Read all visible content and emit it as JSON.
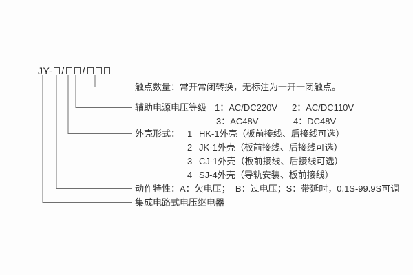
{
  "diagram": {
    "model_code": {
      "prefix": "JY-",
      "separator": "/"
    },
    "contact_note": "触点数量：常开常闭转换，无标注为一开一闭触点。",
    "aux_power": {
      "label": "辅助电源电压等级",
      "opt1": "1：AC/DC220V",
      "opt2": "2：AC/DC110V",
      "opt3": "3：AC48V",
      "opt4": "4：DC48V"
    },
    "case_form": {
      "label": "外壳形式：",
      "options": [
        {
          "num": "1",
          "desc": "HK-1外壳（板前接线、后接线可选）"
        },
        {
          "num": "2",
          "desc": "JK-1外壳（板前接线、后接线可选）"
        },
        {
          "num": "3",
          "desc": "CJ-1外壳（板前接线、后接线可选）"
        },
        {
          "num": "4",
          "desc": "SJ-4外壳（导轨安装、板前接线）"
        }
      ]
    },
    "action_note": "动作特性：A：欠电压；  B：过电压；S：带延时，0.1S-99.9S可调",
    "product_name": "集成电路式电压继电器"
  }
}
